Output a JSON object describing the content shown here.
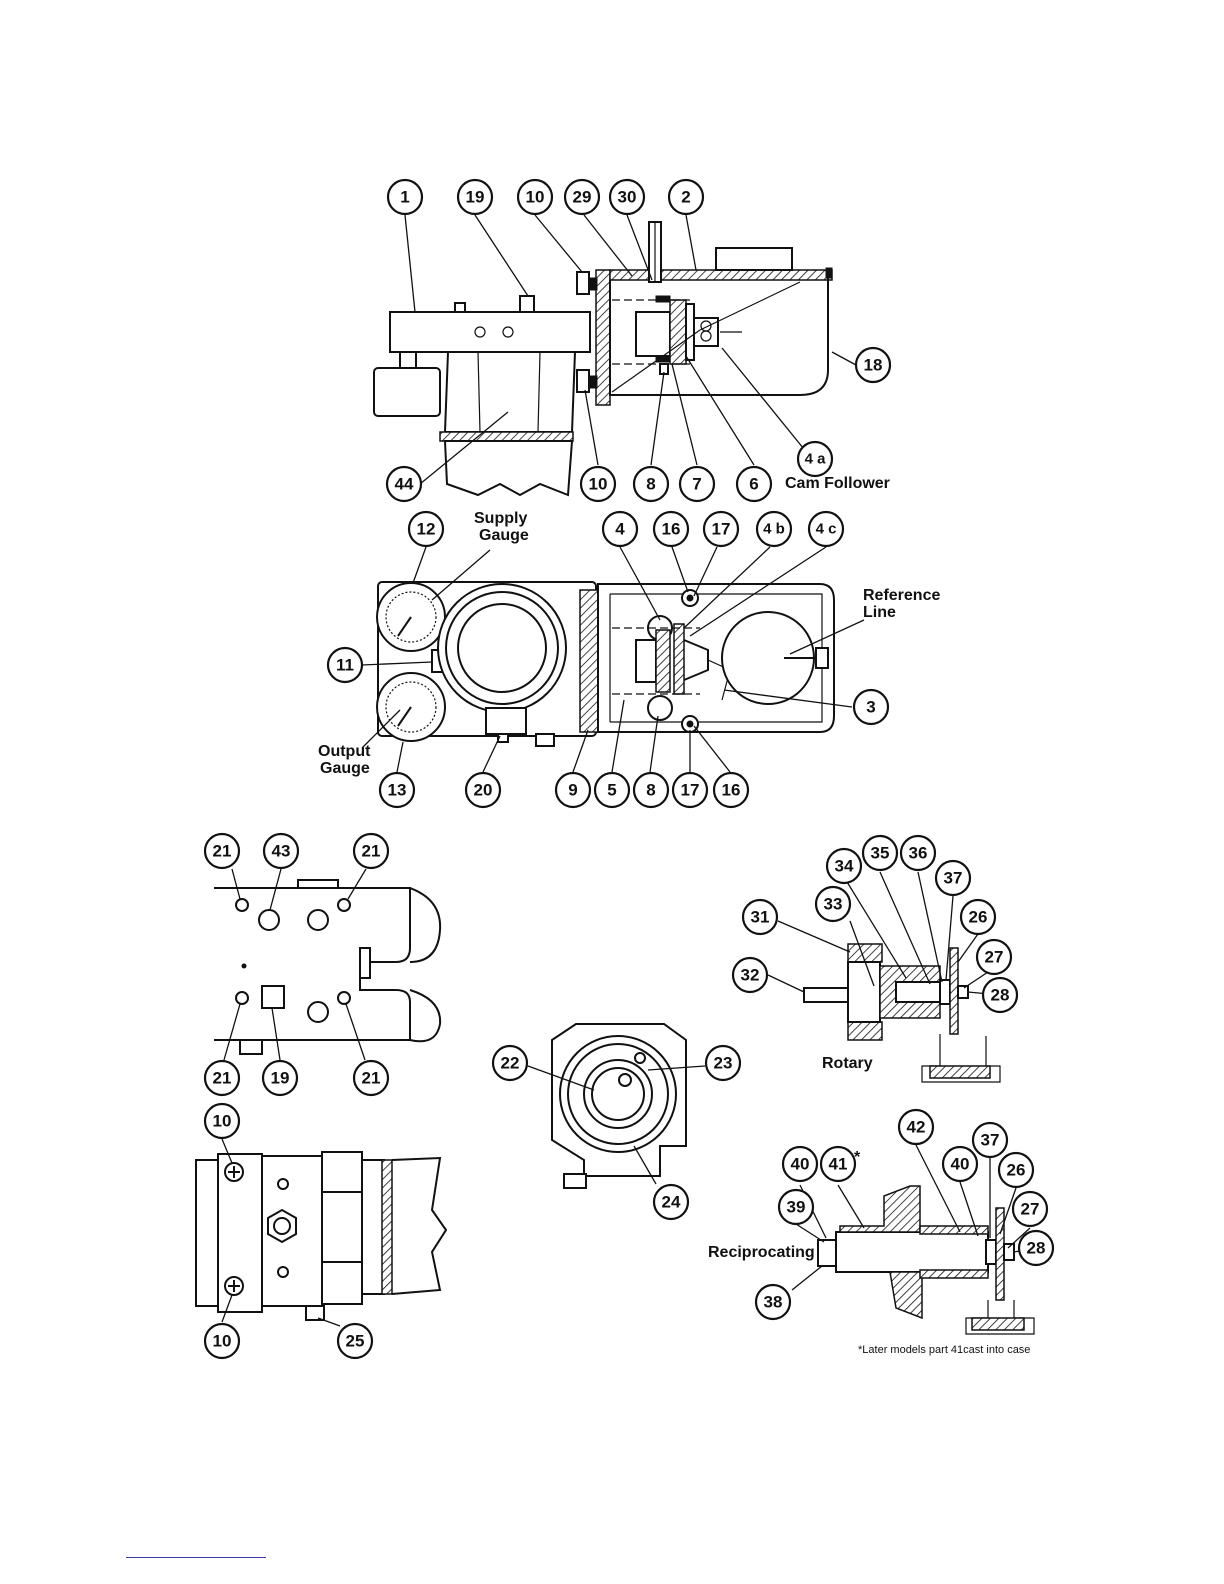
{
  "labels": {
    "cam_follower": "Cam Follower",
    "supply_gauge_1": "Supply",
    "supply_gauge_2": "Gauge",
    "reference_line_1": "Reference",
    "reference_line_2": "Line",
    "output_gauge_1": "Output",
    "output_gauge_2": "Gauge",
    "rotary": "Rotary",
    "reciprocating": "Reciprocating",
    "asterisk": "*",
    "footnote": "*Later models part 41cast into case"
  },
  "callouts": {
    "top": [
      "1",
      "19",
      "10",
      "29",
      "30",
      "2",
      "18",
      "4 a",
      "44",
      "10",
      "8",
      "7",
      "6"
    ],
    "middle": [
      "12",
      "4",
      "16",
      "17",
      "4 b",
      "4 c",
      "11",
      "3",
      "13",
      "20",
      "9",
      "5",
      "8",
      "17",
      "16"
    ],
    "left_lower": [
      "21",
      "43",
      "21",
      "21",
      "19",
      "21",
      "10",
      "10",
      "25"
    ],
    "center_lower": [
      "22",
      "23",
      "24"
    ],
    "rotary": [
      "34",
      "35",
      "36",
      "37",
      "31",
      "33",
      "26",
      "27",
      "32",
      "28"
    ],
    "reciprocating": [
      "42",
      "37",
      "40",
      "41",
      "40",
      "26",
      "39",
      "27",
      "28",
      "38"
    ]
  },
  "colors": {
    "ink": "#111111",
    "footer_rule": "#3a3aa8"
  }
}
